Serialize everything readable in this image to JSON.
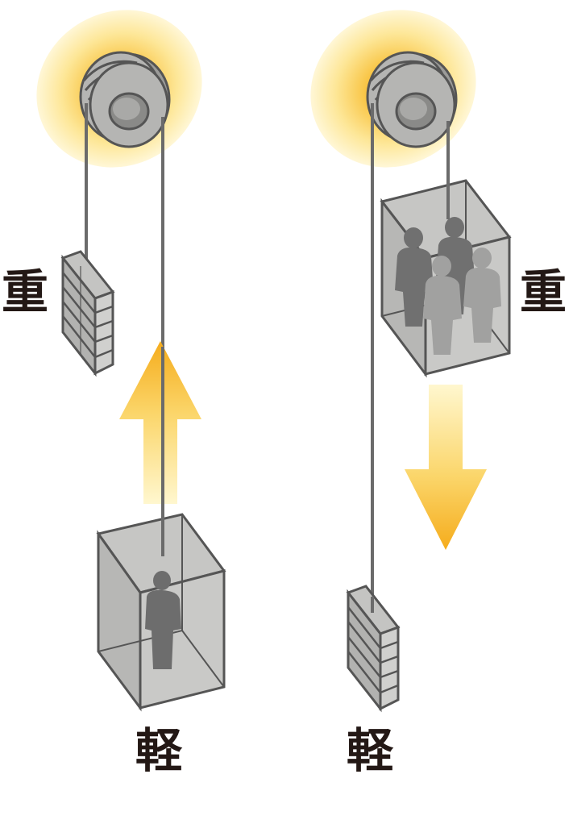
{
  "labels": {
    "left_counterweight": "重",
    "left_car": "軽",
    "right_car": "重",
    "right_counterweight": "軽"
  },
  "colors": {
    "glow": "#fbd55a",
    "arrow": "#f5b52a",
    "metal": "#a8a8a6",
    "car_fill": "#c3c3c1",
    "person": "#6d6d6d",
    "text": "#231815"
  },
  "scenes": [
    {
      "name": "left",
      "car_load": "one-person",
      "car_direction": "up"
    },
    {
      "name": "right",
      "car_load": "four-people",
      "car_direction": "down"
    }
  ]
}
